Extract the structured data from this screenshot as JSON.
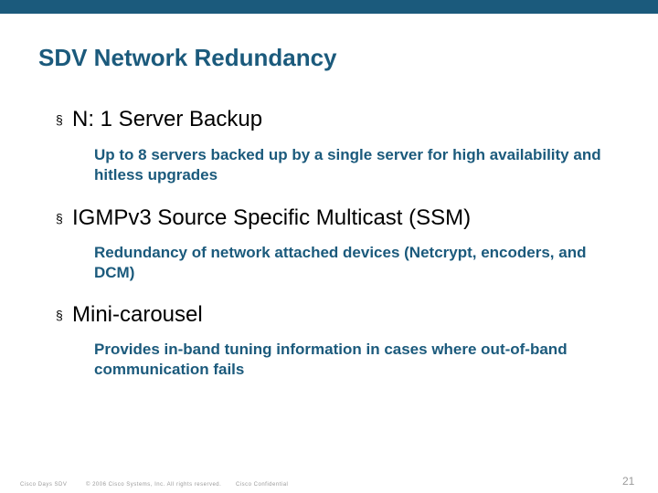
{
  "slide": {
    "title": "SDV Network Redundancy",
    "bullets": [
      {
        "marker": "§",
        "heading": "N: 1 Server Backup",
        "detail": "Up to 8 servers backed up by a single server for high availability and hitless upgrades"
      },
      {
        "marker": "§",
        "heading": "IGMPv3 Source Specific Multicast (SSM)",
        "detail": "Redundancy of network attached devices (Netcrypt, encoders, and DCM)"
      },
      {
        "marker": "§",
        "heading": "Mini-carousel",
        "detail": "Provides in-band tuning information in cases where out-of-band communication fails"
      }
    ]
  },
  "footer": {
    "event": "Cisco Days SDV",
    "copyright": "© 2006 Cisco Systems, Inc. All rights reserved.",
    "classification": "Cisco Confidential",
    "page_number": "21"
  },
  "colors": {
    "accent": "#1b5a7c",
    "footer_text": "#9a9a9a"
  }
}
